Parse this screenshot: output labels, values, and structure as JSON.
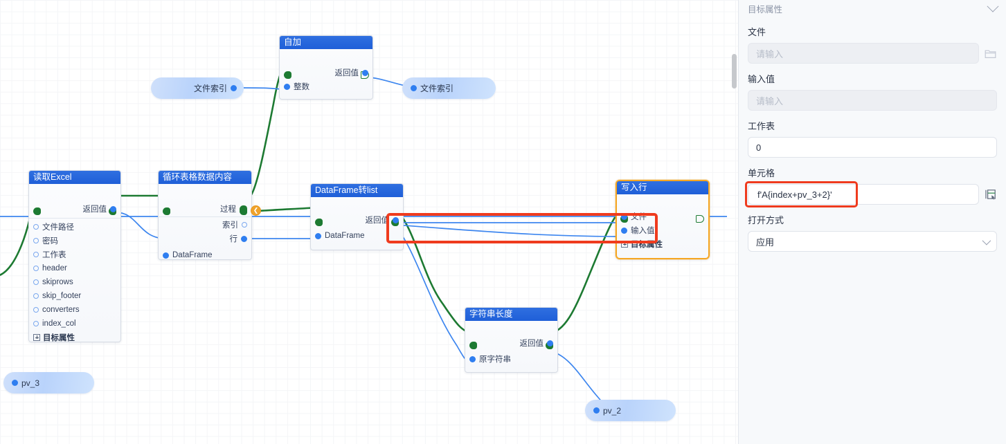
{
  "canvas": {
    "nodes": [
      {
        "id": "read_excel",
        "title": "读取Excel",
        "outputs": [
          "返回值"
        ],
        "inputs": [
          "文件路径",
          "密码",
          "工作表",
          "header",
          "skiprows",
          "skip_footer",
          "converters",
          "index_col"
        ],
        "expander": "目标属性"
      },
      {
        "id": "loop_table",
        "title": "循环表格数据内容",
        "outputs": [
          "过程",
          "索引",
          "行"
        ],
        "inputs": [
          "DataFrame"
        ]
      },
      {
        "id": "self_add",
        "title": "自加",
        "outputs": [
          "返回值"
        ],
        "inputs": [
          "整数"
        ]
      },
      {
        "id": "df_to_list",
        "title": "DataFrame转list",
        "outputs": [
          "返回值"
        ],
        "inputs": [
          "DataFrame"
        ]
      },
      {
        "id": "write_row",
        "title": "写入行",
        "outputs": [],
        "inputs": [
          "文件",
          "输入值"
        ],
        "expander": "目标属性",
        "selected": true
      },
      {
        "id": "str_len",
        "title": "字符串长度",
        "outputs": [
          "返回值"
        ],
        "inputs": [
          "原字符串"
        ]
      }
    ],
    "pills": [
      {
        "id": "pill_file_index_out",
        "label": "文件索引",
        "side": "out"
      },
      {
        "id": "pill_file_index_in",
        "label": "文件索引",
        "side": "in"
      },
      {
        "id": "pill_pv3",
        "label": "pv_3",
        "side": "in"
      },
      {
        "id": "pill_pv2",
        "label": "pv_2",
        "side": "in"
      }
    ],
    "colors": {
      "header": "#1f5fd8",
      "exec_link": "#1d7a32",
      "data_link": "#2f7ef0",
      "selection": "#f5a623",
      "annotation": "#ef3b1e"
    }
  },
  "panel": {
    "header": "目标属性",
    "fields": [
      {
        "label": "文件",
        "value": "",
        "placeholder": "请输入",
        "kind": "disabled",
        "icon": "folder-icon"
      },
      {
        "label": "输入值",
        "value": "",
        "placeholder": "请输入",
        "kind": "disabled",
        "icon": "none"
      },
      {
        "label": "工作表",
        "value": "0",
        "placeholder": "",
        "kind": "normal",
        "icon": "none"
      },
      {
        "label": "单元格",
        "value": "f'A{index+pv_3+2}'",
        "placeholder": "",
        "kind": "highlight",
        "icon": "insert-expression-icon"
      },
      {
        "label": "打开方式",
        "value": "应用",
        "placeholder": "",
        "kind": "select",
        "icon": "none"
      }
    ]
  }
}
